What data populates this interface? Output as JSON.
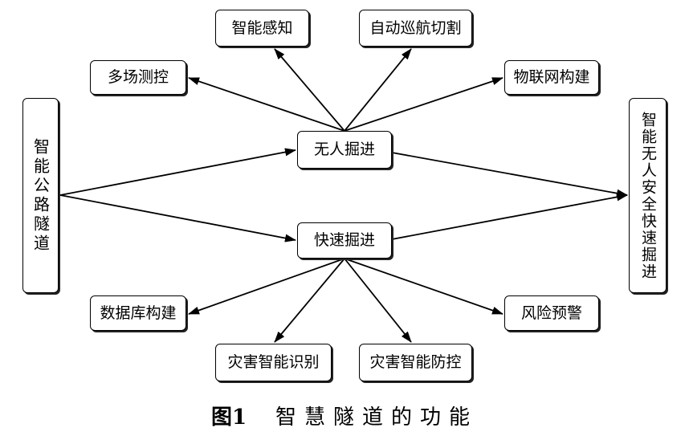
{
  "nodes": {
    "smart_perception": "智能感知",
    "auto_cruise_cutting": "自动巡航切割",
    "multi_field_monitoring": "多场测控",
    "iot_construction": "物联网构建",
    "smart_highway_tunnel": "智能公路隧道",
    "smart_unmanned_safe_fast_excavation": "智能无人安全快速掘进",
    "unmanned_excavation": "无人掘进",
    "fast_excavation": "快速掘进",
    "database_construction": "数据库构建",
    "risk_warning": "风险预警",
    "disaster_smart_identification": "灾害智能识别",
    "disaster_smart_prevention": "灾害智能防控"
  },
  "caption": {
    "label": "图1",
    "text": "智慧隧道的功能"
  },
  "colors": {
    "stroke": "#000000",
    "background": "#ffffff"
  }
}
